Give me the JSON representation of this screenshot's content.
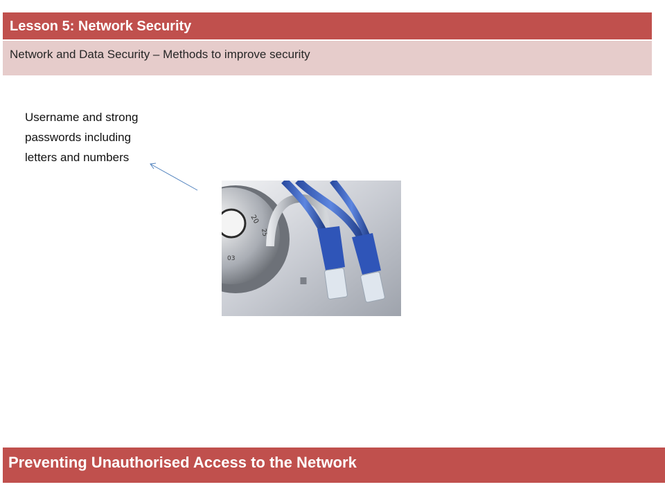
{
  "slide": {
    "title": "Lesson 5: Network Security",
    "subtitle": "Network and Data Security – Methods to improve security",
    "note": "Username and strong passwords including letters and numbers",
    "footer": "Preventing Unauthorised Access to the Network"
  },
  "image": {
    "icon": "padlock-network-cables-photo"
  },
  "colors": {
    "accent": "#c0504d",
    "subtitle_band": "#e6cccb",
    "arrow": "#4f81bd"
  }
}
